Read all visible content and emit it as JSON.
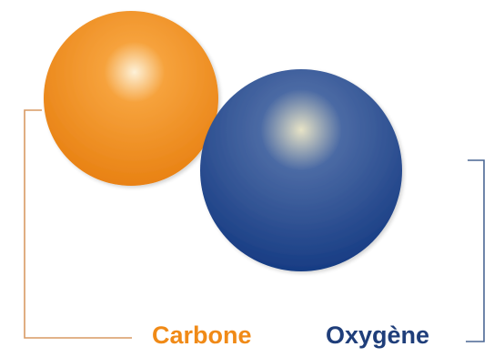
{
  "labels": {
    "carbon": "Carbone",
    "oxygen": "Oxygène"
  },
  "colors": {
    "carbon_light": "#fdf1d8",
    "carbon_mid": "#f6a23c",
    "carbon_dark": "#e77e0f",
    "oxygen_light": "#e7e3c6",
    "oxygen_mid": "#4b6aa4",
    "oxygen_dark": "#153a82",
    "carbon_label": "#f08a17",
    "oxygen_label": "#1f3e7a",
    "bracket_carbon": "#d99a63",
    "bracket_oxygen": "#4a6794"
  },
  "icons": {
    "carbon": "carbon-atom-sphere",
    "oxygen": "oxygen-atom-sphere"
  }
}
